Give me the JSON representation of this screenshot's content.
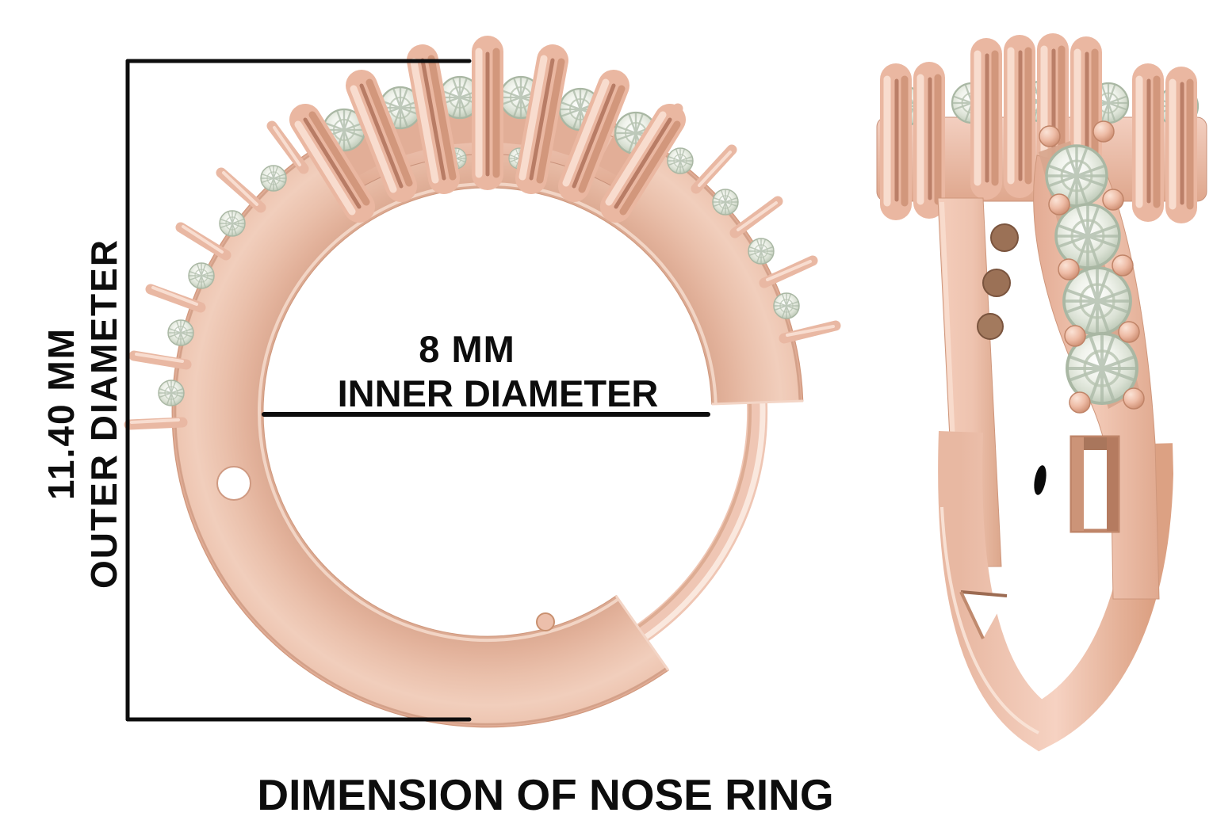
{
  "title": {
    "caption": "DIMENSION OF NOSE RING"
  },
  "annotations": {
    "outer_diameter": {
      "value": "11.40 MM",
      "label": "OUTER DIAMETER"
    },
    "inner_diameter": {
      "value": "8 MM",
      "label": "INNER DIAMETER"
    }
  },
  "views": {
    "front": {
      "description": "nose ring front view"
    },
    "side": {
      "description": "nose ring side view"
    }
  },
  "colors": {
    "background": "#ffffff",
    "rose_gold": "#eab7a1",
    "rose_gold_light": "#f8dcce",
    "rose_gold_dark": "#c98a71",
    "diamond": "#e9eee5",
    "annotation_black": "#0d0d0d"
  }
}
